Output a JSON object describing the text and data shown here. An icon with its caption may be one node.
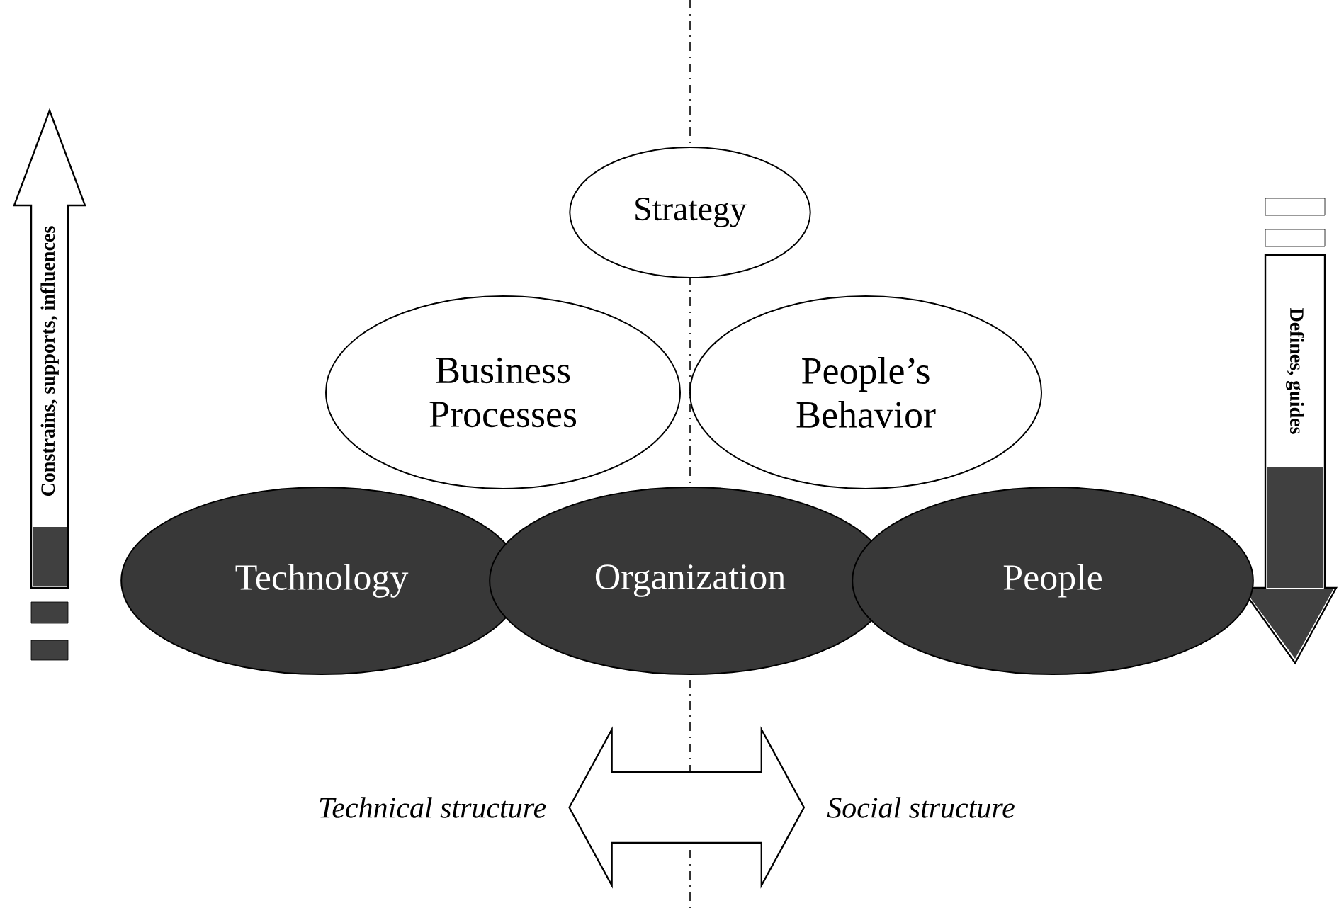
{
  "diagram": {
    "nodes": [
      {
        "text": [
          "Strategy"
        ]
      },
      {
        "text": [
          "Business Processes"
        ]
      },
      {
        "text": [
          "People’s Behavior"
        ]
      },
      {
        "text": [
          "Technology"
        ]
      },
      {
        "text": [
          "Organization"
        ]
      },
      {
        "text": [
          "People"
        ]
      },
      {
        "text": [
          "Technical structure"
        ]
      },
      {
        "text": [
          "Social structure"
        ]
      }
    ],
    "edges": [
      {
        "from": 6,
        "to": 7,
        "arrow": "both"
      }
    ],
    "labels": [
      "Constrains, supports, influences",
      "Defines, guides"
    ]
  }
}
